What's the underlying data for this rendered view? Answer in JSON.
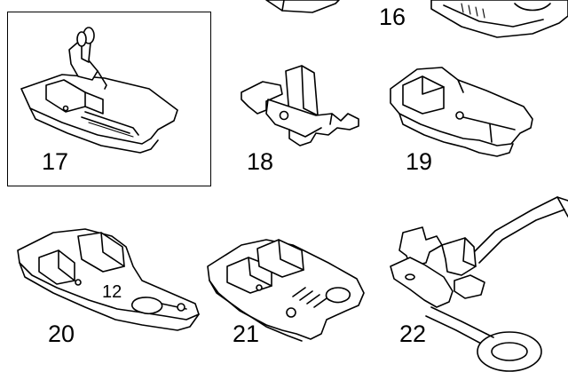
{
  "feet": [
    {
      "id": "16",
      "label": "16"
    },
    {
      "id": "17",
      "label": "17",
      "boxed": true
    },
    {
      "id": "18",
      "label": "18"
    },
    {
      "id": "19",
      "label": "19"
    },
    {
      "id": "20",
      "label": "20",
      "marking": "12"
    },
    {
      "id": "21",
      "label": "21"
    },
    {
      "id": "22",
      "label": "22"
    }
  ],
  "colors": {
    "ink": "#000000",
    "paper": "#ffffff"
  }
}
